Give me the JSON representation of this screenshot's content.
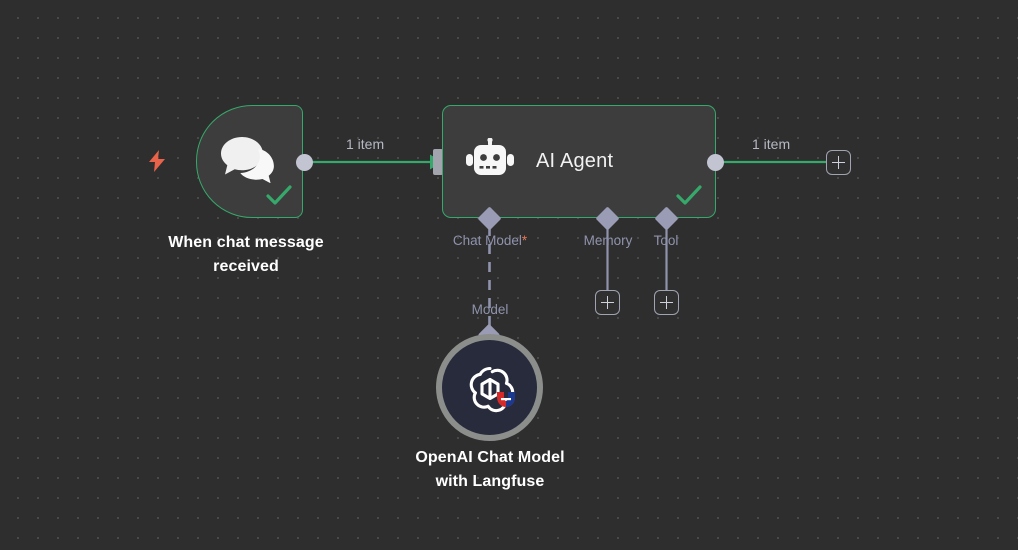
{
  "app": {
    "name": "n8n-workflow-canvas",
    "background_color": "#2d2e2d",
    "grid_dot_color": "#4a4b4a",
    "accent_success": "#37a86b",
    "accent_required": "#e8765a",
    "sub_connector_color": "#9a9cb5"
  },
  "nodes": {
    "trigger": {
      "label": "When chat message\nreceived",
      "icon": "chat-bubbles-icon",
      "trigger_icon": "lightning-bolt-icon",
      "status": "success",
      "status_icon": "check-icon",
      "border_color": "#37a86b"
    },
    "agent": {
      "title": "AI Agent",
      "icon": "robot-icon",
      "status": "success",
      "status_icon": "check-icon",
      "border_color": "#37a86b",
      "sub_connectors": [
        {
          "name": "chat-model",
          "label": "Chat Model",
          "required": true,
          "required_marker": "*",
          "connected": true,
          "link_style": "dashed",
          "link_label": "Model"
        },
        {
          "name": "memory",
          "label": "Memory",
          "required": false,
          "required_marker": "",
          "connected": false,
          "link_style": "solid",
          "add_button": "+"
        },
        {
          "name": "tool",
          "label": "Tool",
          "required": false,
          "required_marker": "",
          "connected": false,
          "link_style": "solid",
          "add_button": "+"
        }
      ]
    },
    "model": {
      "label": "OpenAI Chat Model\nwith Langfuse",
      "icon": "openai-logo-icon",
      "badge_icon": "langfuse-magnet-icon",
      "ring_color": "#8c8e8c",
      "body_color": "#282b3c"
    }
  },
  "edges": [
    {
      "name": "trigger-to-agent",
      "label": "1 item",
      "color": "#37a86b"
    },
    {
      "name": "agent-to-next",
      "label": "1 item",
      "color": "#37a86b",
      "end_button": "+"
    }
  ]
}
